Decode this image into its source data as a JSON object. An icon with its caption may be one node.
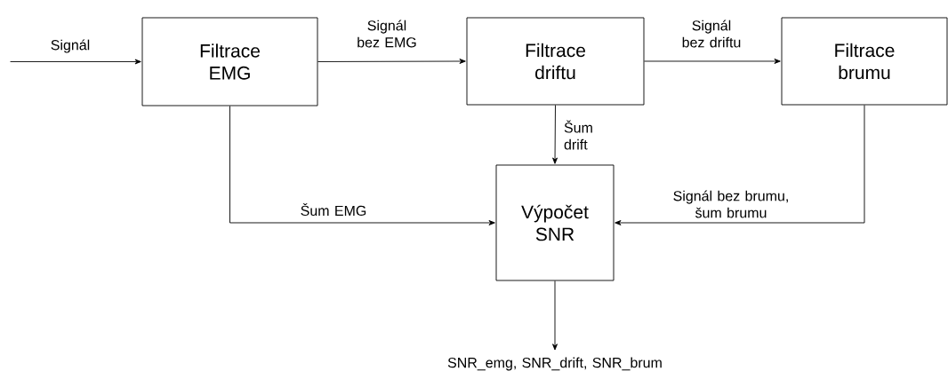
{
  "diagram": {
    "nodes": [
      {
        "text": [
          "Filtrace EMG"
        ]
      },
      {
        "text": [
          "Filtrace driftu"
        ]
      },
      {
        "text": [
          "Filtrace brumu"
        ]
      },
      {
        "text": [
          "Výpočet SNR"
        ]
      },
      {
        "text": [
          "SNR_emg, SNR_drift, SNR_brum"
        ]
      }
    ],
    "edges": [
      {
        "from": null,
        "to": 0,
        "arrow": "to",
        "label": "Signál"
      },
      {
        "from": 0,
        "to": 1,
        "arrow": "to",
        "label": "Signál bez EMG"
      },
      {
        "from": 1,
        "to": 2,
        "arrow": "to",
        "label": "Signál bez driftu"
      },
      {
        "from": 1,
        "to": 3,
        "arrow": "to",
        "label": "Šum drift"
      },
      {
        "from": 0,
        "to": 3,
        "arrow": "to",
        "label": "Šum EMG"
      },
      {
        "from": 2,
        "to": 3,
        "arrow": "to",
        "label": "Signál bez brumu, šum brumu"
      },
      {
        "from": 3,
        "to": 4,
        "arrow": "to"
      }
    ]
  }
}
